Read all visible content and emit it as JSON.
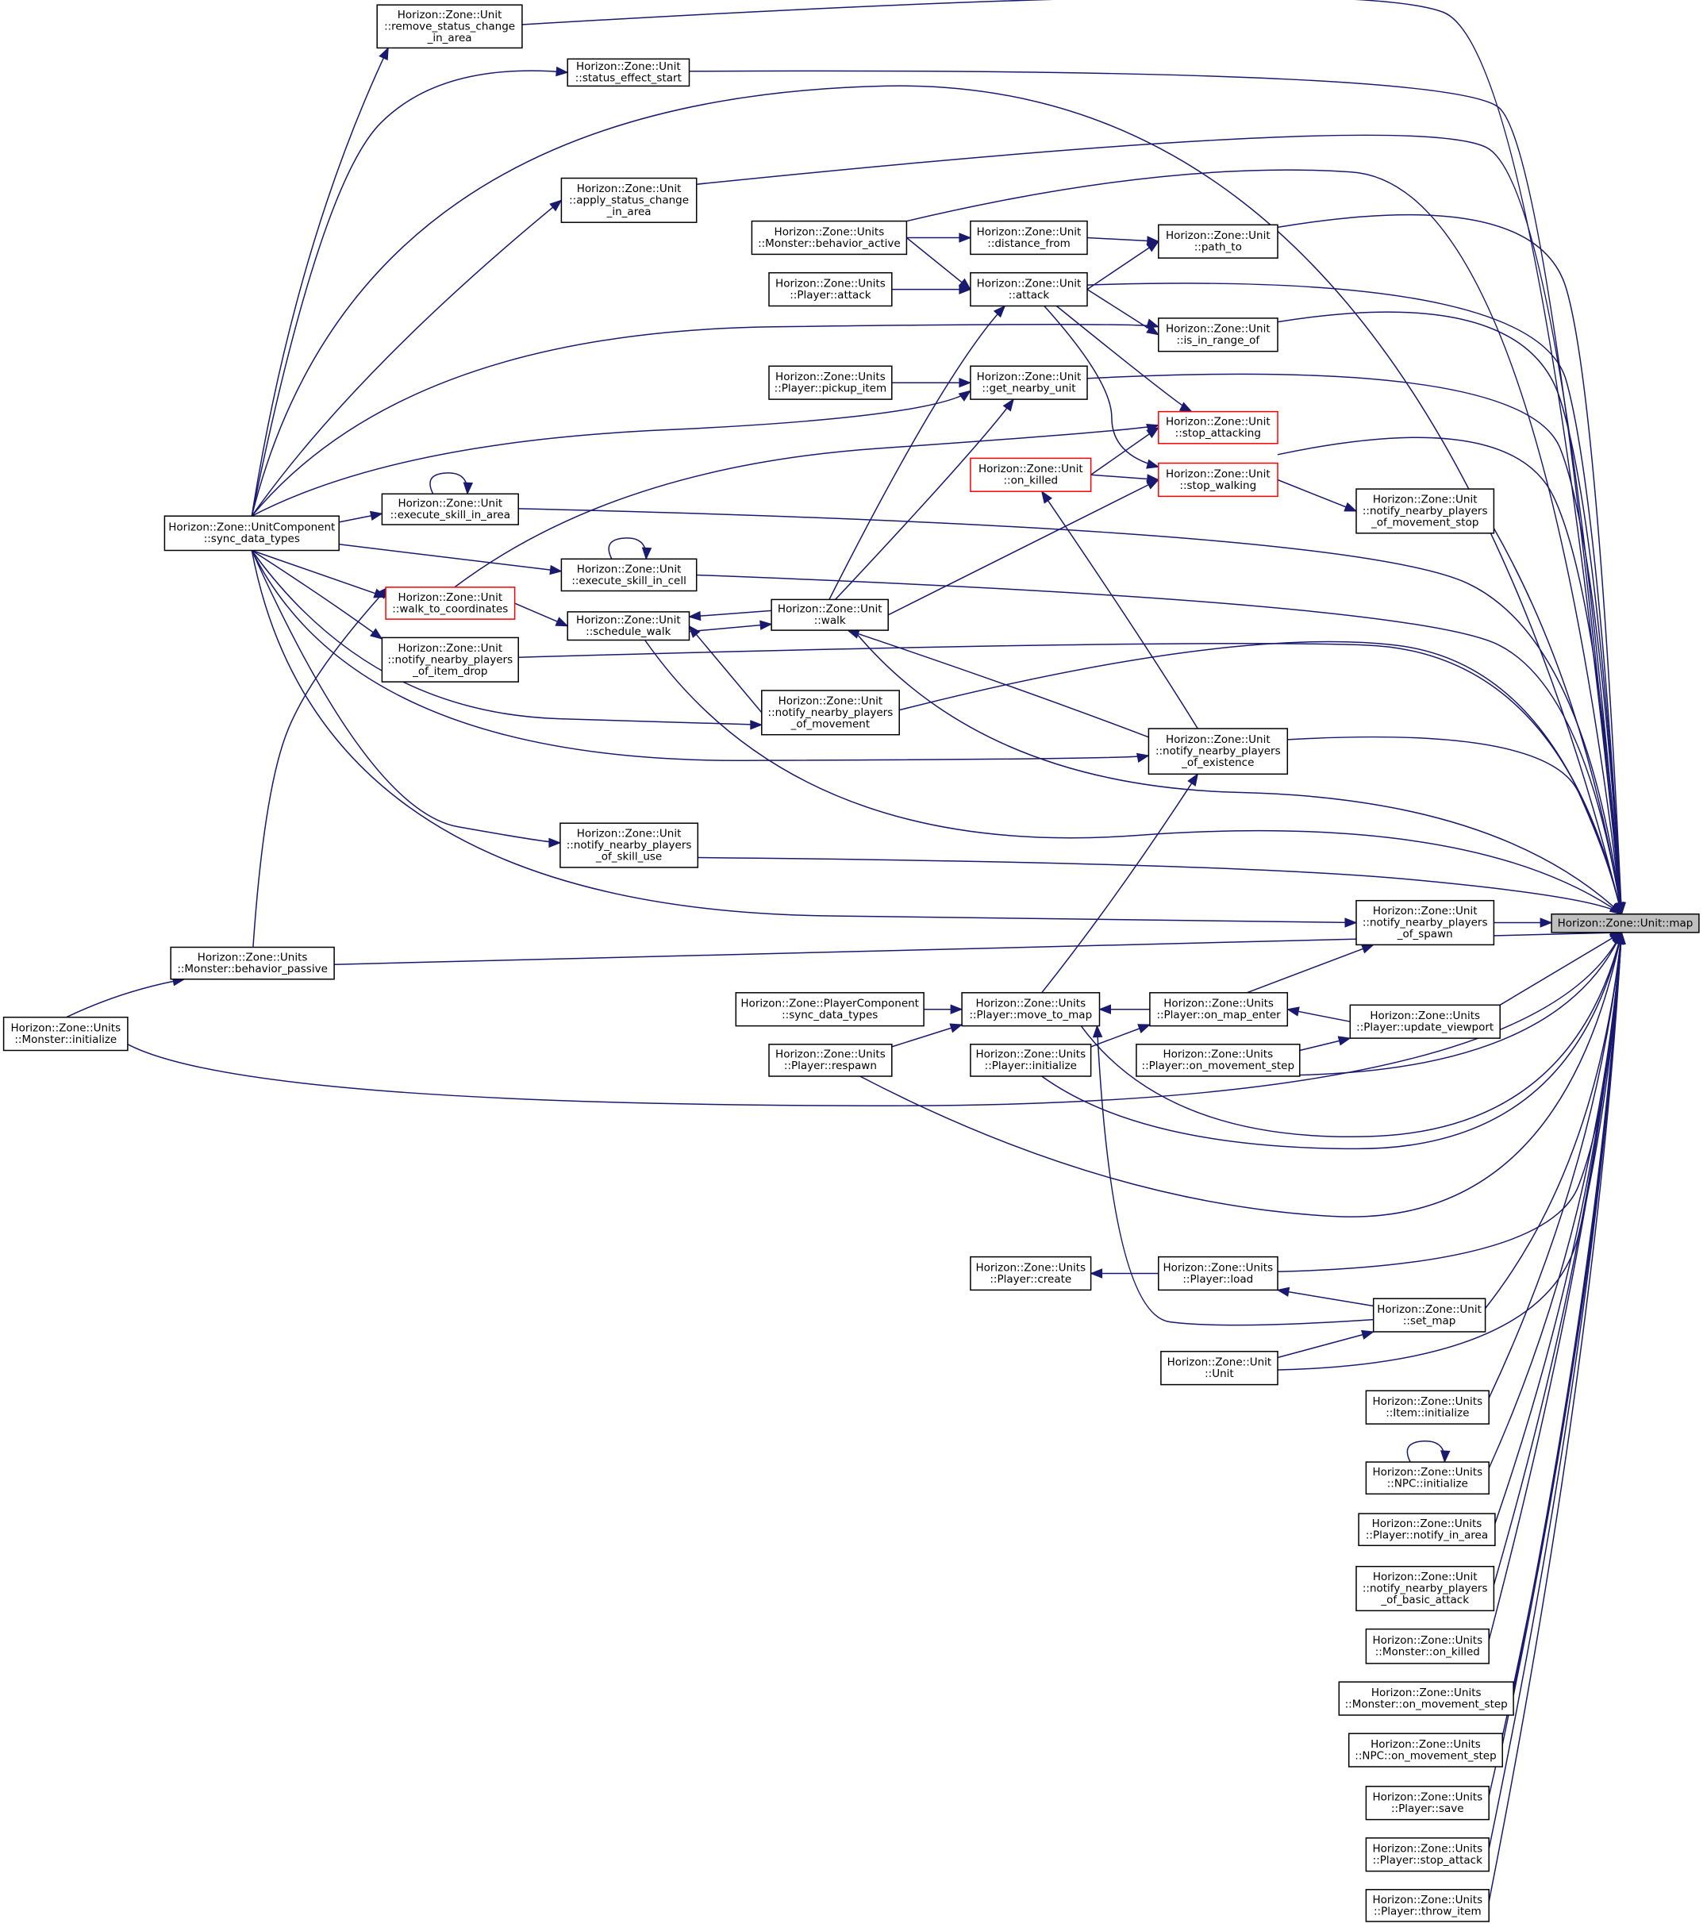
{
  "colors": {
    "edge": "#191970",
    "node_border": "#000000",
    "node_border_truncated": "#ff0000",
    "target_fill": "#bfbfbf",
    "background": "#ffffff"
  },
  "nodes": [
    {
      "id": "map",
      "lines": [
        "Horizon::Zone::Unit::map"
      ],
      "style": "target"
    },
    {
      "id": "remove_status",
      "lines": [
        "Horizon::Zone::Unit",
        "::remove_status_change",
        "_in_area"
      ]
    },
    {
      "id": "status_effect_start",
      "lines": [
        "Horizon::Zone::Unit",
        "::status_effect_start"
      ]
    },
    {
      "id": "apply_status",
      "lines": [
        "Horizon::Zone::Unit",
        "::apply_status_change",
        "_in_area"
      ]
    },
    {
      "id": "behavior_active",
      "lines": [
        "Horizon::Zone::Units",
        "::Monster::behavior_active"
      ]
    },
    {
      "id": "distance_from",
      "lines": [
        "Horizon::Zone::Unit",
        "::distance_from"
      ]
    },
    {
      "id": "path_to",
      "lines": [
        "Horizon::Zone::Unit",
        "::path_to"
      ]
    },
    {
      "id": "player_attack",
      "lines": [
        "Horizon::Zone::Units",
        "::Player::attack"
      ]
    },
    {
      "id": "attack",
      "lines": [
        "Horizon::Zone::Unit",
        "::attack"
      ]
    },
    {
      "id": "is_in_range_of",
      "lines": [
        "Horizon::Zone::Unit",
        "::is_in_range_of"
      ]
    },
    {
      "id": "pickup_item",
      "lines": [
        "Horizon::Zone::Units",
        "::Player::pickup_item"
      ]
    },
    {
      "id": "get_nearby_unit",
      "lines": [
        "Horizon::Zone::Unit",
        "::get_nearby_unit"
      ]
    },
    {
      "id": "stop_attacking",
      "lines": [
        "Horizon::Zone::Unit",
        "::stop_attacking"
      ],
      "style": "red"
    },
    {
      "id": "unit_on_killed",
      "lines": [
        "Horizon::Zone::Unit",
        "::on_killed"
      ],
      "style": "red"
    },
    {
      "id": "stop_walking",
      "lines": [
        "Horizon::Zone::Unit",
        "::stop_walking"
      ],
      "style": "red"
    },
    {
      "id": "notify_movement_stop",
      "lines": [
        "Horizon::Zone::Unit",
        "::notify_nearby_players",
        "_of_movement_stop"
      ]
    },
    {
      "id": "sync_data_types",
      "lines": [
        "Horizon::Zone::UnitComponent",
        "::sync_data_types"
      ]
    },
    {
      "id": "exec_skill_area",
      "lines": [
        "Horizon::Zone::Unit",
        "::execute_skill_in_area"
      ]
    },
    {
      "id": "exec_skill_cell",
      "lines": [
        "Horizon::Zone::Unit",
        "::execute_skill_in_cell"
      ]
    },
    {
      "id": "walk_to_coords",
      "lines": [
        "Horizon::Zone::Unit",
        "::walk_to_coordinates"
      ],
      "style": "red"
    },
    {
      "id": "schedule_walk",
      "lines": [
        "Horizon::Zone::Unit",
        "::schedule_walk"
      ]
    },
    {
      "id": "walk",
      "lines": [
        "Horizon::Zone::Unit",
        "::walk"
      ]
    },
    {
      "id": "notify_item_drop",
      "lines": [
        "Horizon::Zone::Unit",
        "::notify_nearby_players",
        "_of_item_drop"
      ]
    },
    {
      "id": "notify_movement",
      "lines": [
        "Horizon::Zone::Unit",
        "::notify_nearby_players",
        "_of_movement"
      ]
    },
    {
      "id": "notify_existence",
      "lines": [
        "Horizon::Zone::Unit",
        "::notify_nearby_players",
        "_of_existence"
      ]
    },
    {
      "id": "notify_skill_use",
      "lines": [
        "Horizon::Zone::Unit",
        "::notify_nearby_players",
        "_of_skill_use"
      ]
    },
    {
      "id": "notify_spawn",
      "lines": [
        "Horizon::Zone::Unit",
        "::notify_nearby_players",
        "_of_spawn"
      ]
    },
    {
      "id": "behavior_passive",
      "lines": [
        "Horizon::Zone::Units",
        "::Monster::behavior_passive"
      ]
    },
    {
      "id": "monster_initialize",
      "lines": [
        "Horizon::Zone::Units",
        "::Monster::initialize"
      ]
    },
    {
      "id": "player_component_sync",
      "lines": [
        "Horizon::Zone::PlayerComponent",
        "::sync_data_types"
      ]
    },
    {
      "id": "move_to_map",
      "lines": [
        "Horizon::Zone::Units",
        "::Player::move_to_map"
      ]
    },
    {
      "id": "on_map_enter",
      "lines": [
        "Horizon::Zone::Units",
        "::Player::on_map_enter"
      ]
    },
    {
      "id": "update_viewport",
      "lines": [
        "Horizon::Zone::Units",
        "::Player::update_viewport"
      ]
    },
    {
      "id": "respawn",
      "lines": [
        "Horizon::Zone::Units",
        "::Player::respawn"
      ]
    },
    {
      "id": "player_initialize",
      "lines": [
        "Horizon::Zone::Units",
        "::Player::initialize"
      ]
    },
    {
      "id": "player_on_movement_step",
      "lines": [
        "Horizon::Zone::Units",
        "::Player::on_movement_step"
      ]
    },
    {
      "id": "player_create",
      "lines": [
        "Horizon::Zone::Units",
        "::Player::create"
      ]
    },
    {
      "id": "player_load",
      "lines": [
        "Horizon::Zone::Units",
        "::Player::load"
      ]
    },
    {
      "id": "set_map",
      "lines": [
        "Horizon::Zone::Unit",
        "::set_map"
      ]
    },
    {
      "id": "unit_ctor",
      "lines": [
        "Horizon::Zone::Unit",
        "::Unit"
      ]
    },
    {
      "id": "item_initialize",
      "lines": [
        "Horizon::Zone::Units",
        "::Item::initialize"
      ]
    },
    {
      "id": "npc_initialize",
      "lines": [
        "Horizon::Zone::Units",
        "::NPC::initialize"
      ]
    },
    {
      "id": "notify_in_area",
      "lines": [
        "Horizon::Zone::Units",
        "::Player::notify_in_area"
      ]
    },
    {
      "id": "notify_basic_attack",
      "lines": [
        "Horizon::Zone::Unit",
        "::notify_nearby_players",
        "_of_basic_attack"
      ]
    },
    {
      "id": "monster_on_killed",
      "lines": [
        "Horizon::Zone::Units",
        "::Monster::on_killed"
      ]
    },
    {
      "id": "monster_on_movement_step",
      "lines": [
        "Horizon::Zone::Units",
        "::Monster::on_movement_step"
      ]
    },
    {
      "id": "npc_on_movement_step",
      "lines": [
        "Horizon::Zone::Units",
        "::NPC::on_movement_step"
      ]
    },
    {
      "id": "player_save",
      "lines": [
        "Horizon::Zone::Units",
        "::Player::save"
      ]
    },
    {
      "id": "player_stop_attack",
      "lines": [
        "Horizon::Zone::Units",
        "::Player::stop_attack"
      ]
    },
    {
      "id": "player_throw_item",
      "lines": [
        "Horizon::Zone::Units",
        "::Player::throw_item"
      ]
    }
  ],
  "edges": [
    {
      "from": "remove_status",
      "to": "map"
    },
    {
      "from": "status_effect_start",
      "to": "map"
    },
    {
      "from": "apply_status",
      "to": "map"
    },
    {
      "from": "behavior_active",
      "to": "map"
    },
    {
      "from": "path_to",
      "to": "map"
    },
    {
      "from": "attack",
      "to": "map"
    },
    {
      "from": "is_in_range_of",
      "to": "map"
    },
    {
      "from": "get_nearby_unit",
      "to": "map"
    },
    {
      "from": "stop_walking",
      "to": "map"
    },
    {
      "from": "notify_movement_stop",
      "to": "map"
    },
    {
      "from": "sync_data_types",
      "to": "map"
    },
    {
      "from": "exec_skill_area",
      "to": "map"
    },
    {
      "from": "exec_skill_cell",
      "to": "map"
    },
    {
      "from": "walk",
      "to": "map"
    },
    {
      "from": "notify_item_drop",
      "to": "map"
    },
    {
      "from": "notify_movement",
      "to": "map"
    },
    {
      "from": "notify_existence",
      "to": "map"
    },
    {
      "from": "schedule_walk",
      "to": "map"
    },
    {
      "from": "notify_skill_use",
      "to": "map"
    },
    {
      "from": "notify_spawn",
      "to": "map"
    },
    {
      "from": "behavior_passive",
      "to": "map"
    },
    {
      "from": "update_viewport",
      "to": "map"
    },
    {
      "from": "player_on_movement_step",
      "to": "map"
    },
    {
      "from": "monster_initialize",
      "to": "map"
    },
    {
      "from": "move_to_map",
      "to": "map"
    },
    {
      "from": "player_initialize",
      "to": "map"
    },
    {
      "from": "respawn",
      "to": "map"
    },
    {
      "from": "player_load",
      "to": "map"
    },
    {
      "from": "set_map",
      "to": "map"
    },
    {
      "from": "unit_ctor",
      "to": "map"
    },
    {
      "from": "item_initialize",
      "to": "map"
    },
    {
      "from": "npc_initialize",
      "to": "map"
    },
    {
      "from": "notify_in_area",
      "to": "map"
    },
    {
      "from": "notify_basic_attack",
      "to": "map"
    },
    {
      "from": "monster_on_killed",
      "to": "map"
    },
    {
      "from": "monster_on_movement_step",
      "to": "map"
    },
    {
      "from": "npc_on_movement_step",
      "to": "map"
    },
    {
      "from": "player_save",
      "to": "map"
    },
    {
      "from": "player_stop_attack",
      "to": "map"
    },
    {
      "from": "player_throw_item",
      "to": "map"
    },
    {
      "from": "sync_data_types",
      "to": "remove_status"
    },
    {
      "from": "sync_data_types",
      "to": "status_effect_start"
    },
    {
      "from": "sync_data_types",
      "to": "apply_status"
    },
    {
      "from": "sync_data_types",
      "to": "is_in_range_of"
    },
    {
      "from": "sync_data_types",
      "to": "get_nearby_unit"
    },
    {
      "from": "sync_data_types",
      "to": "exec_skill_area"
    },
    {
      "from": "sync_data_types",
      "to": "exec_skill_cell"
    },
    {
      "from": "sync_data_types",
      "to": "walk_to_coords"
    },
    {
      "from": "sync_data_types",
      "to": "notify_item_drop"
    },
    {
      "from": "sync_data_types",
      "to": "notify_movement"
    },
    {
      "from": "sync_data_types",
      "to": "notify_existence"
    },
    {
      "from": "sync_data_types",
      "to": "notify_skill_use"
    },
    {
      "from": "sync_data_types",
      "to": "notify_spawn"
    },
    {
      "from": "behavior_active",
      "to": "distance_from"
    },
    {
      "from": "distance_from",
      "to": "path_to"
    },
    {
      "from": "behavior_active",
      "to": "attack"
    },
    {
      "from": "attack",
      "to": "path_to"
    },
    {
      "from": "player_attack",
      "to": "attack"
    },
    {
      "from": "attack",
      "to": "is_in_range_of"
    },
    {
      "from": "attack",
      "to": "stop_attacking"
    },
    {
      "from": "attack",
      "to": "stop_walking"
    },
    {
      "from": "pickup_item",
      "to": "get_nearby_unit"
    },
    {
      "from": "unit_on_killed",
      "to": "stop_attacking"
    },
    {
      "from": "unit_on_killed",
      "to": "stop_walking"
    },
    {
      "from": "walk_to_coords",
      "to": "stop_attacking"
    },
    {
      "from": "walk",
      "to": "stop_walking"
    },
    {
      "from": "stop_walking",
      "to": "notify_movement_stop"
    },
    {
      "from": "exec_skill_area",
      "to": "exec_skill_area"
    },
    {
      "from": "exec_skill_cell",
      "to": "exec_skill_cell"
    },
    {
      "from": "walk",
      "to": "attack"
    },
    {
      "from": "walk",
      "to": "get_nearby_unit"
    },
    {
      "from": "walk",
      "to": "schedule_walk"
    },
    {
      "from": "schedule_walk",
      "to": "walk"
    },
    {
      "from": "walk_to_coords",
      "to": "schedule_walk"
    },
    {
      "from": "behavior_passive",
      "to": "walk_to_coords"
    },
    {
      "from": "monster_initialize",
      "to": "behavior_passive"
    },
    {
      "from": "notify_movement",
      "to": "schedule_walk"
    },
    {
      "from": "notify_existence",
      "to": "walk"
    },
    {
      "from": "notify_existence",
      "to": "unit_on_killed"
    },
    {
      "from": "move_to_map",
      "to": "notify_existence"
    },
    {
      "from": "on_map_enter",
      "to": "notify_spawn"
    },
    {
      "from": "on_map_enter",
      "to": "move_to_map"
    },
    {
      "from": "player_component_sync",
      "to": "move_to_map"
    },
    {
      "from": "respawn",
      "to": "move_to_map"
    },
    {
      "from": "update_viewport",
      "to": "on_map_enter"
    },
    {
      "from": "player_on_movement_step",
      "to": "update_viewport"
    },
    {
      "from": "player_initialize",
      "to": "on_map_enter"
    },
    {
      "from": "player_load",
      "to": "player_create"
    },
    {
      "from": "set_map",
      "to": "player_load"
    },
    {
      "from": "set_map",
      "to": "move_to_map"
    },
    {
      "from": "unit_ctor",
      "to": "set_map"
    },
    {
      "from": "npc_initialize",
      "to": "npc_initialize"
    }
  ]
}
